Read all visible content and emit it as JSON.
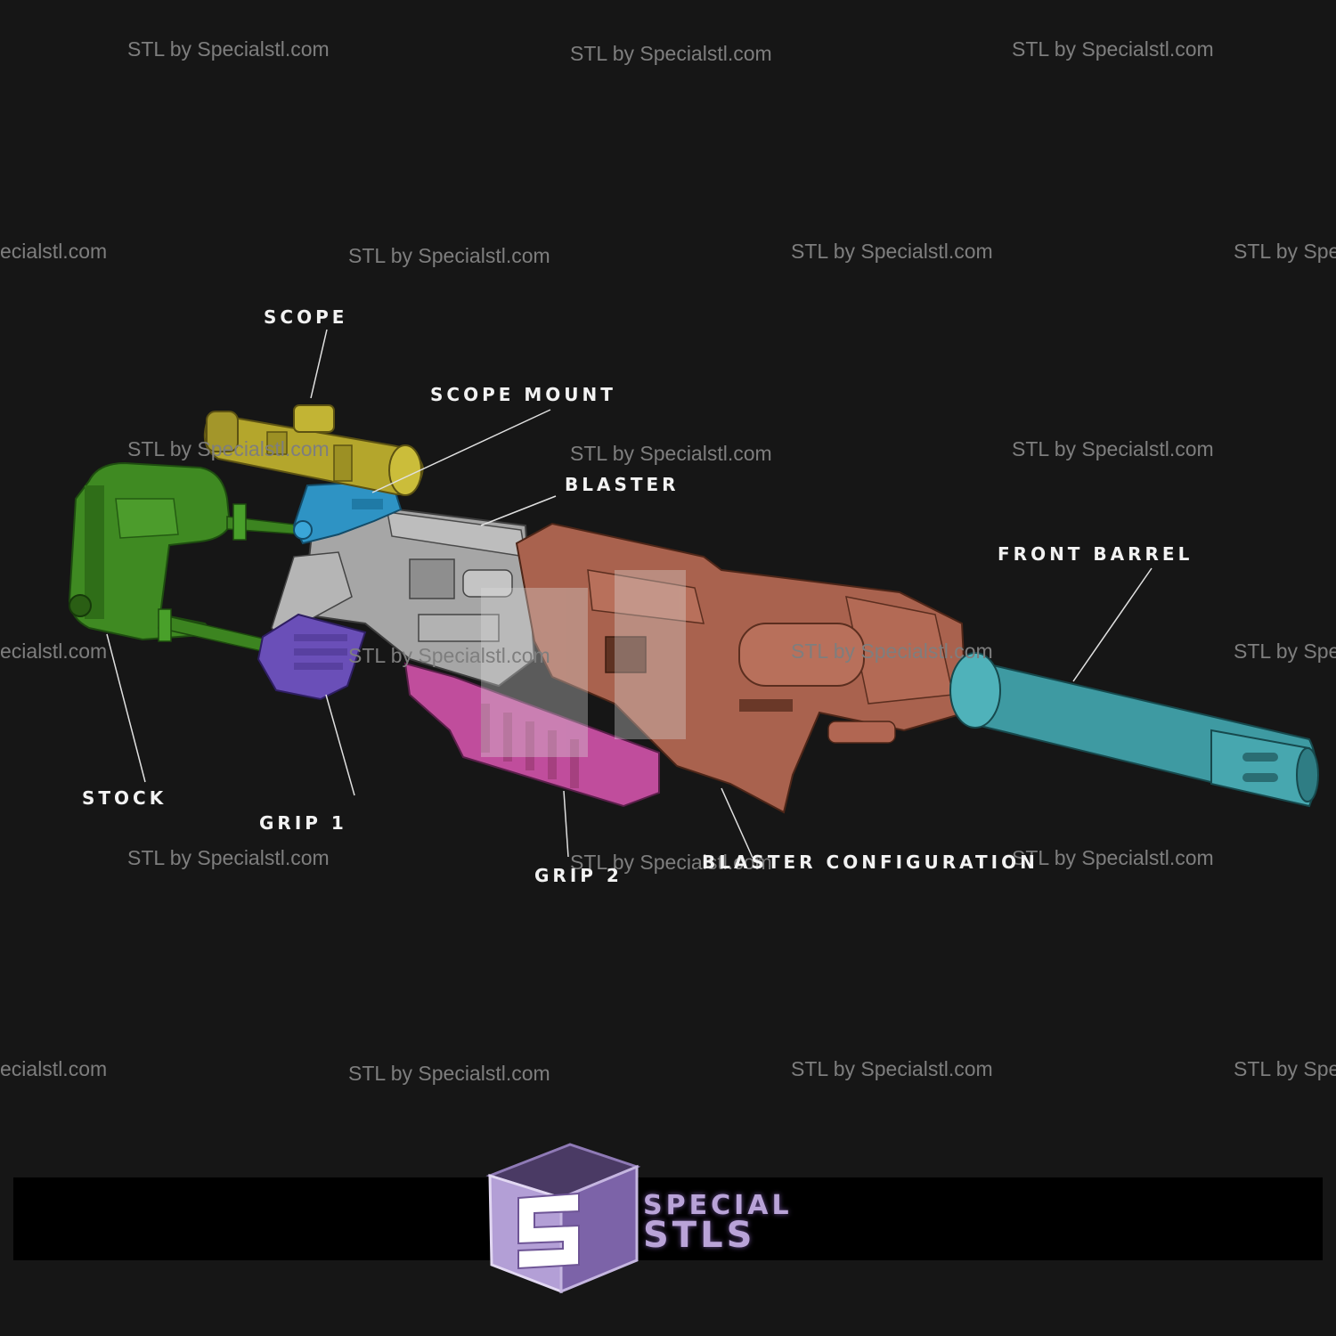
{
  "watermark_text": "STL by Specialstl.com",
  "watermark_partial_left": "ecialstl.com",
  "watermark_partial_right": "STL by Spec",
  "labels": {
    "scope": "SCOPE",
    "scope_mount": "SCOPE MOUNT",
    "blaster": "BLASTER",
    "front_barrel": "FRONT BARREL",
    "stock": "STOCK",
    "grip_1": "GRIP 1",
    "grip_2": "GRIP 2",
    "blaster_configuration": "BLASTER CONFIGURATION"
  },
  "logo": {
    "line1": "SPECIAL",
    "line2": "STLS"
  },
  "colors": {
    "background": "#161616",
    "stock": "#3f8a22",
    "scope": "#b4a62c",
    "scope_mount": "#2e93c4",
    "receiver": "#a6a6a6",
    "blaster": "#a9624e",
    "front_barrel": "#3e9aa2",
    "grip_1": "#6a4fb8",
    "grip_2": "#c04d9c",
    "logo": "#9b7fc4"
  }
}
